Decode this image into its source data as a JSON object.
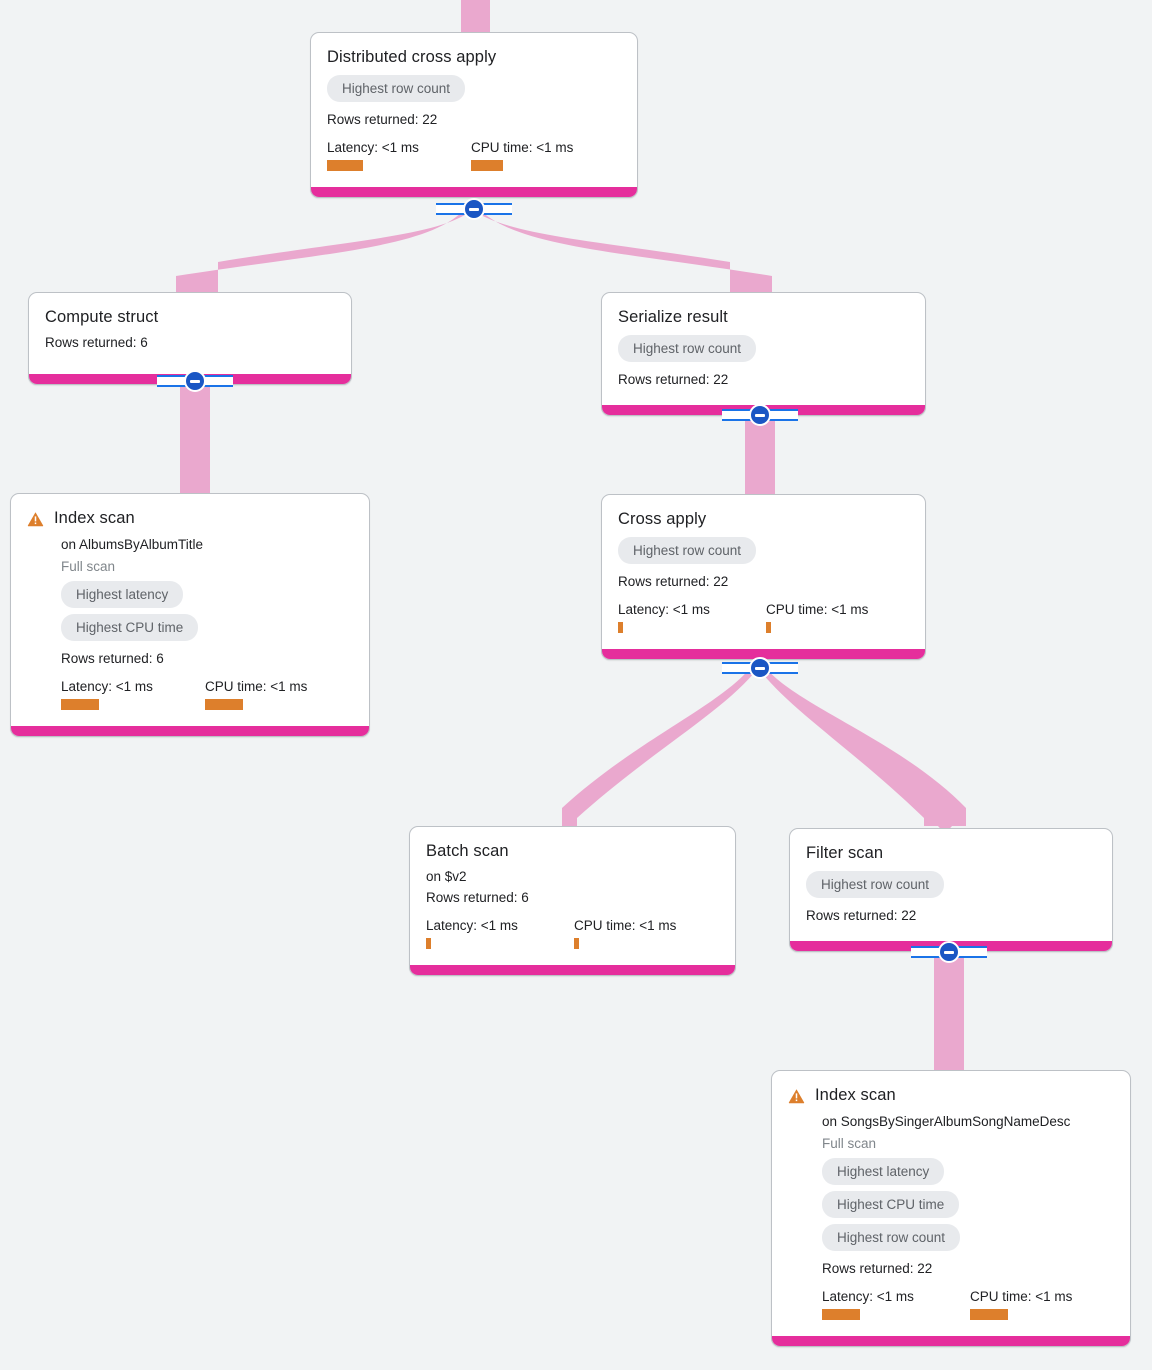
{
  "theme": {
    "background": "#f1f3f4",
    "card_bg": "#ffffff",
    "card_border": "#bdc1c6",
    "footer_bar": "#e52e9c",
    "edge_ribbon": "#eaa8ce",
    "badge_bg": "#e8eaed",
    "badge_text": "#5f6368",
    "metric_bar": "#dd7f2c",
    "warning_icon": "#dd7f2c",
    "toggle_blue": "#1a56c4"
  },
  "labels": {
    "rows_returned_prefix": "Rows returned: ",
    "latency_prefix": "Latency: ",
    "cpu_prefix": "CPU time: "
  },
  "nodes": {
    "distributed_cross_apply": {
      "title": "Distributed cross apply",
      "badges": [
        "Highest row count"
      ],
      "rows_returned": "Rows returned: 22",
      "latency": "Latency: <1 ms",
      "cpu_time": "CPU time: <1 ms",
      "warning": false
    },
    "compute_struct": {
      "title": "Compute struct",
      "badges": [],
      "rows_returned": "Rows returned: 6",
      "warning": false
    },
    "serialize_result": {
      "title": "Serialize result",
      "badges": [
        "Highest row count"
      ],
      "rows_returned": "Rows returned: 22",
      "warning": false
    },
    "index_scan_albums": {
      "title": "Index scan",
      "subtitle": "on AlbumsByAlbumTitle",
      "scan_type": "Full scan",
      "badges": [
        "Highest latency",
        "Highest CPU time"
      ],
      "rows_returned": "Rows returned: 6",
      "latency": "Latency: <1 ms",
      "cpu_time": "CPU time: <1 ms",
      "warning": true
    },
    "cross_apply": {
      "title": "Cross apply",
      "badges": [
        "Highest row count"
      ],
      "rows_returned": "Rows returned: 22",
      "latency": "Latency: <1 ms",
      "cpu_time": "CPU time: <1 ms",
      "warning": false
    },
    "batch_scan": {
      "title": "Batch scan",
      "subtitle": "on $v2",
      "badges": [],
      "rows_returned": "Rows returned: 6",
      "latency": "Latency: <1 ms",
      "cpu_time": "CPU time: <1 ms",
      "warning": false
    },
    "filter_scan": {
      "title": "Filter scan",
      "badges": [
        "Highest row count"
      ],
      "rows_returned": "Rows returned: 22",
      "warning": false
    },
    "index_scan_songs": {
      "title": "Index scan",
      "subtitle": "on SongsBySingerAlbumSongNameDesc",
      "scan_type": "Full scan",
      "badges": [
        "Highest latency",
        "Highest CPU time",
        "Highest row count"
      ],
      "rows_returned": "Rows returned: 22",
      "latency": "Latency: <1 ms",
      "cpu_time": "CPU time: <1 ms",
      "warning": true
    }
  },
  "toggles": {
    "distributed_cross_apply": "collapse-toggle",
    "compute_struct": "collapse-toggle",
    "serialize_result": "collapse-toggle",
    "cross_apply": "collapse-toggle",
    "filter_scan": "collapse-toggle"
  }
}
